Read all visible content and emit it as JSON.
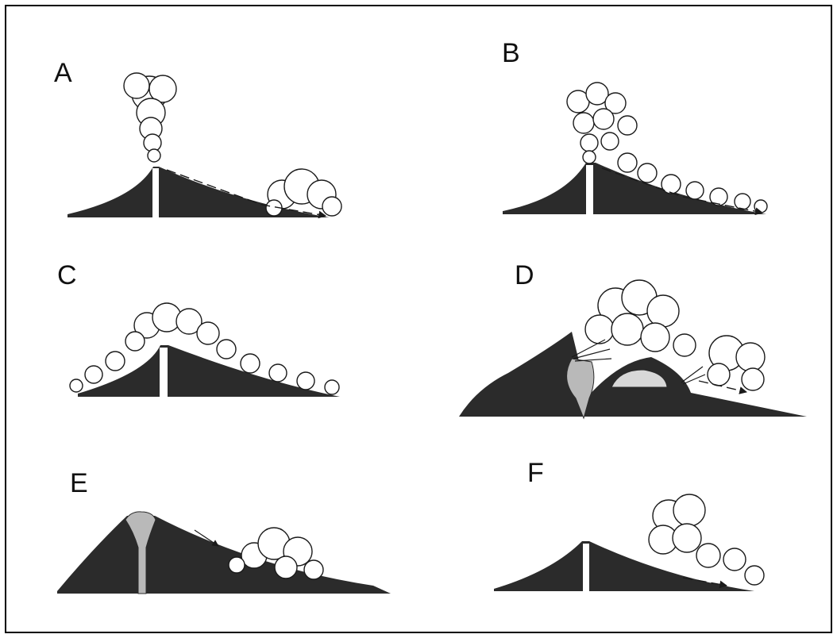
{
  "panels": [
    {
      "id": "a",
      "label": "A"
    },
    {
      "id": "b",
      "label": "B"
    },
    {
      "id": "c",
      "label": "C"
    },
    {
      "id": "d",
      "label": "D"
    },
    {
      "id": "e",
      "label": "E"
    },
    {
      "id": "f",
      "label": "F"
    }
  ],
  "colors": {
    "edifice": "#2b2b2b",
    "magma": "#b9b9b9",
    "cloud_outline": "#1a1a1a",
    "background": "#ffffff"
  }
}
